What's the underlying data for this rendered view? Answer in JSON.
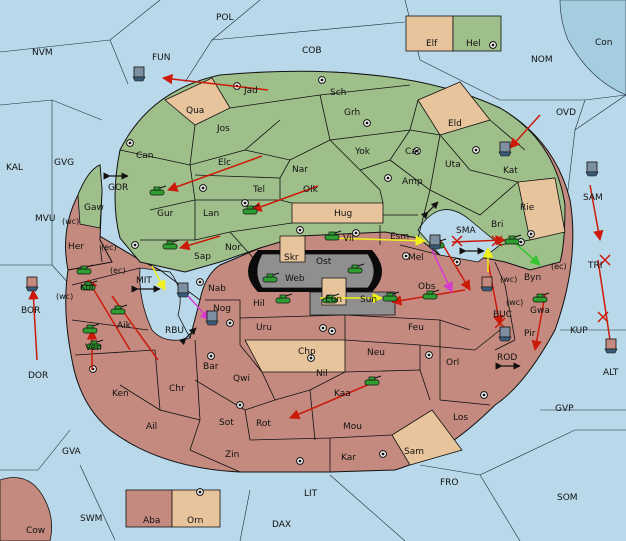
{
  "colors": {
    "sea": "#b9d9ea",
    "green_land": "#9fbf8a",
    "red_land": "#c48a7f",
    "tan_land": "#e7c49b",
    "grey_land": "#8f8f8f",
    "black_land": "#0a0a0a",
    "red_move": "#cc1a0a",
    "yellow_move": "#f0f01a",
    "magenta_move": "#d83ad0",
    "green_move": "#35c530",
    "fleet": "#2f9e30"
  },
  "seas": [
    {
      "key": "pol",
      "label": "POL"
    },
    {
      "key": "nvm",
      "label": "NVM"
    },
    {
      "key": "fun",
      "label": "FUN"
    },
    {
      "key": "cob",
      "label": "COB"
    },
    {
      "key": "nom",
      "label": "NOM"
    },
    {
      "key": "kal",
      "label": "KAL"
    },
    {
      "key": "gvg",
      "label": "GVG"
    },
    {
      "key": "gor",
      "label": "GOR"
    },
    {
      "key": "mvu",
      "label": "MVU"
    },
    {
      "key": "ovd",
      "label": "OVD"
    },
    {
      "key": "sam",
      "label": "SAM"
    },
    {
      "key": "tri",
      "label": "TRI"
    },
    {
      "key": "bor",
      "label": "BOR"
    },
    {
      "key": "dor",
      "label": "DOR"
    },
    {
      "key": "mit",
      "label": "MIT"
    },
    {
      "key": "rbu",
      "label": "RBU"
    },
    {
      "key": "sma",
      "label": "SMA"
    },
    {
      "key": "buc",
      "label": "BUC"
    },
    {
      "key": "rod",
      "label": "ROD"
    },
    {
      "key": "kup",
      "label": "KUP"
    },
    {
      "key": "alt",
      "label": "ALT"
    },
    {
      "key": "gvp",
      "label": "GVP"
    },
    {
      "key": "gva",
      "label": "GVA"
    },
    {
      "key": "fro",
      "label": "FRO"
    },
    {
      "key": "som",
      "label": "SOM"
    },
    {
      "key": "lit",
      "label": "LIT"
    },
    {
      "key": "swm",
      "label": "SWM"
    },
    {
      "key": "dax",
      "label": "DAX"
    },
    {
      "key": "con",
      "label": "Con"
    },
    {
      "key": "cow",
      "label": "Cow"
    }
  ],
  "provinces": [
    {
      "key": "jad",
      "label": "Jad"
    },
    {
      "key": "sch",
      "label": "Sch"
    },
    {
      "key": "qua",
      "label": "Qua"
    },
    {
      "key": "jos",
      "label": "Jos"
    },
    {
      "key": "grh",
      "label": "Grh"
    },
    {
      "key": "eld",
      "label": "Eld"
    },
    {
      "key": "can",
      "label": "Can"
    },
    {
      "key": "yok",
      "label": "Yok"
    },
    {
      "key": "car",
      "label": "Car"
    },
    {
      "key": "uta",
      "label": "Uta"
    },
    {
      "key": "kat",
      "label": "Kat"
    },
    {
      "key": "elc",
      "label": "Elc"
    },
    {
      "key": "nar",
      "label": "Nar"
    },
    {
      "key": "tel",
      "label": "Tel"
    },
    {
      "key": "olk",
      "label": "Olk"
    },
    {
      "key": "amp",
      "label": "Amp"
    },
    {
      "key": "gur",
      "label": "Gur"
    },
    {
      "key": "lan",
      "label": "Lan"
    },
    {
      "key": "hug",
      "label": "Hug"
    },
    {
      "key": "rie",
      "label": "Rie"
    },
    {
      "key": "gaw",
      "label": "Gaw"
    },
    {
      "key": "bri",
      "label": "Bri"
    },
    {
      "key": "vil",
      "label": "Vil"
    },
    {
      "key": "esm",
      "label": "Esm"
    },
    {
      "key": "her",
      "label": "Her"
    },
    {
      "key": "nor",
      "label": "Nor"
    },
    {
      "key": "skr",
      "label": "Skr"
    },
    {
      "key": "sap",
      "label": "Sap"
    },
    {
      "key": "ost",
      "label": "Ost"
    },
    {
      "key": "mel",
      "label": "Mel"
    },
    {
      "key": "web",
      "label": "Web"
    },
    {
      "key": "byn",
      "label": "Byn"
    },
    {
      "key": "kor",
      "label": "Kor"
    },
    {
      "key": "nab",
      "label": "Nab"
    },
    {
      "key": "obs",
      "label": "Obs"
    },
    {
      "key": "eun",
      "label": "Eun"
    },
    {
      "key": "sun",
      "label": "Sun"
    },
    {
      "key": "hil",
      "label": "Hil"
    },
    {
      "key": "nog",
      "label": "Nog"
    },
    {
      "key": "gwa",
      "label": "Gwa"
    },
    {
      "key": "aik",
      "label": "Aik"
    },
    {
      "key": "uru",
      "label": "Uru"
    },
    {
      "key": "feu",
      "label": "Feu"
    },
    {
      "key": "pir",
      "label": "Pir"
    },
    {
      "key": "chp",
      "label": "Chp"
    },
    {
      "key": "ven",
      "label": "Ven"
    },
    {
      "key": "neu",
      "label": "Neu"
    },
    {
      "key": "orl",
      "label": "Orl"
    },
    {
      "key": "bar",
      "label": "Bar"
    },
    {
      "key": "qwi",
      "label": "Qwi"
    },
    {
      "key": "nil",
      "label": "Nil"
    },
    {
      "key": "ken",
      "label": "Ken"
    },
    {
      "key": "chr",
      "label": "Chr"
    },
    {
      "key": "kaa",
      "label": "Kaa"
    },
    {
      "key": "ail",
      "label": "Ail"
    },
    {
      "key": "sot",
      "label": "Sot"
    },
    {
      "key": "rot",
      "label": "Rot"
    },
    {
      "key": "mou",
      "label": "Mou"
    },
    {
      "key": "los",
      "label": "Los"
    },
    {
      "key": "sam_land",
      "label": "Sam"
    },
    {
      "key": "zin",
      "label": "Zin"
    },
    {
      "key": "kar",
      "label": "Kar"
    },
    {
      "key": "elf",
      "label": "Elf"
    },
    {
      "key": "hel",
      "label": "Hel"
    },
    {
      "key": "aba",
      "label": "Aba"
    },
    {
      "key": "orn",
      "label": "Orn"
    }
  ],
  "coast_tags": [
    {
      "key": "wc1",
      "label": "(wc)"
    },
    {
      "key": "ec1",
      "label": "(ec)"
    },
    {
      "key": "ec2",
      "label": "(ec)"
    },
    {
      "key": "wc2",
      "label": "(wc)"
    },
    {
      "key": "wc3",
      "label": "(wc)"
    },
    {
      "key": "ec3",
      "label": "(ec)"
    },
    {
      "key": "wc4",
      "label": "(wc)"
    }
  ],
  "icons": [
    "supply-center-icon",
    "fleet-icon",
    "army-icon",
    "canal-arrow-icon"
  ]
}
